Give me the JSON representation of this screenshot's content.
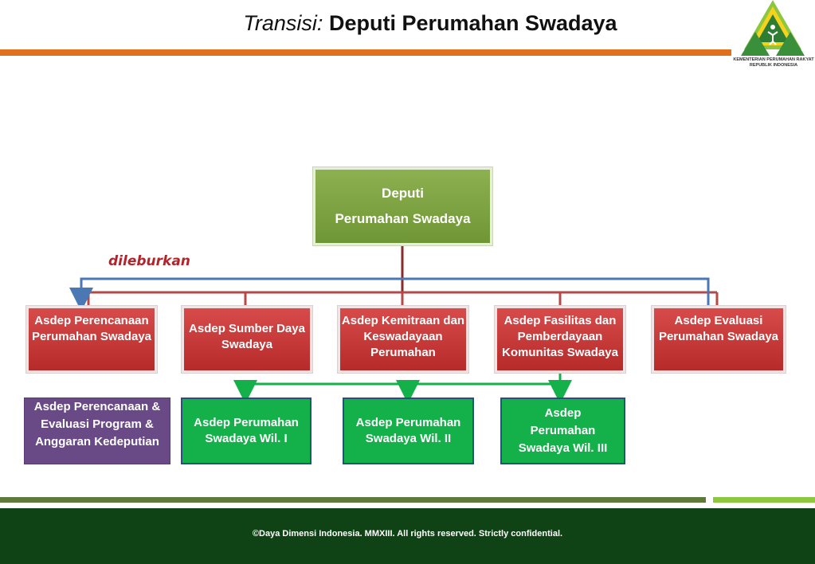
{
  "header": {
    "title_italic": "Transisi:",
    "title_bold": "Deputi Perumahan Swadaya",
    "accent_color": "#e0701e"
  },
  "logo": {
    "caption": "KEMENTERIAN PERUMAHAN RAKYAT REPUBLIK INDONESIA"
  },
  "diagram": {
    "top": {
      "line1": "Deputi",
      "line2": "Perumahan Swadaya"
    },
    "note": "dileburkan",
    "asdep": [
      "Asdep Perencanaan Perumahan Swadaya",
      "Asdep Sumber Daya Swadaya",
      "Asdep Kemitraan dan Keswadayaan Perumahan",
      "Asdep Fasilitas dan Pemberdayaan Komunitas Swadaya",
      "Asdep Evaluasi Perumahan Swadaya"
    ],
    "merged": "Asdep Perencanaan & Evaluasi Program & Anggaran Kedeputian",
    "wilayah": [
      "Asdep Perumahan Swadaya Wil. I",
      "Asdep Perumahan Swadaya Wil. II",
      "Asdep Perumahan Swadaya Wil. III"
    ]
  },
  "footer": {
    "text": "©Daya Dimensi Indonesia. MMXIII. All rights reserved. Strictly confidential."
  }
}
